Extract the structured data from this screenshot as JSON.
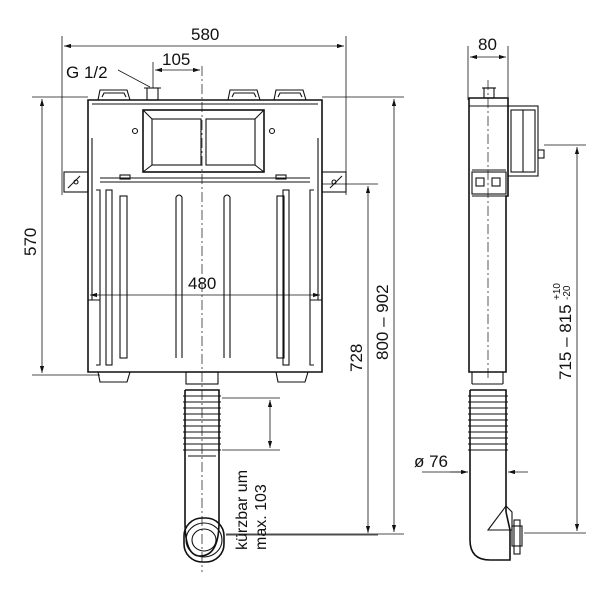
{
  "dimensions": {
    "overall_width": "580",
    "connector_offset": "105",
    "connector_thread": "G 1/2",
    "frame_height": "570",
    "frame_width": "480",
    "outlet_height": "728",
    "total_height_range": "800 – 902",
    "side_depth": "80",
    "pipe_diameter": "ø 76",
    "side_height_range": "715 – 815",
    "tol_plus": "+10",
    "tol_minus": "-20",
    "shorten_line1": "kürzbar um",
    "shorten_line2": "max. 103"
  }
}
